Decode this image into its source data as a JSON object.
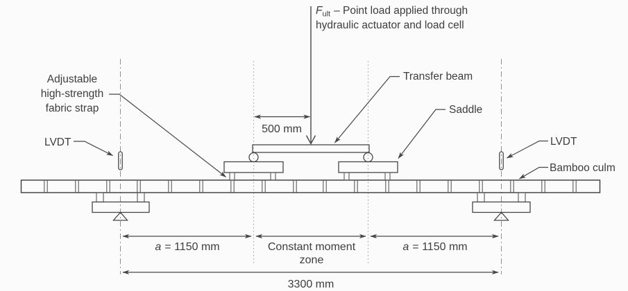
{
  "labels": {
    "force": {
      "symbol": "F",
      "subscript": "ult",
      "line1": "– Point load applied through",
      "line2": "hydraulic actuator and load cell"
    },
    "strap": {
      "line1": "Adjustable",
      "line2": "high-strength",
      "line3": "fabric strap"
    },
    "lvdt_left": "LVDT",
    "lvdt_right": "LVDT",
    "transfer_beam": "Transfer beam",
    "saddle": "Saddle",
    "bamboo_culm": "Bamboo culm"
  },
  "dimensions": {
    "load_offset": "500 mm",
    "span_left": {
      "symbol": "a",
      "value": "= 1150 mm"
    },
    "span_right": {
      "symbol": "a",
      "value": "= 1150 mm"
    },
    "moment_zone": {
      "line1": "Constant moment",
      "line2": "zone"
    },
    "total_span": "3300 mm"
  },
  "colors": {
    "line": "#464646",
    "text": "#3d3d3d",
    "dotted_guide": "#a6a6a6",
    "centerline": "#8f8f8f",
    "background": "#fbfbfb"
  }
}
